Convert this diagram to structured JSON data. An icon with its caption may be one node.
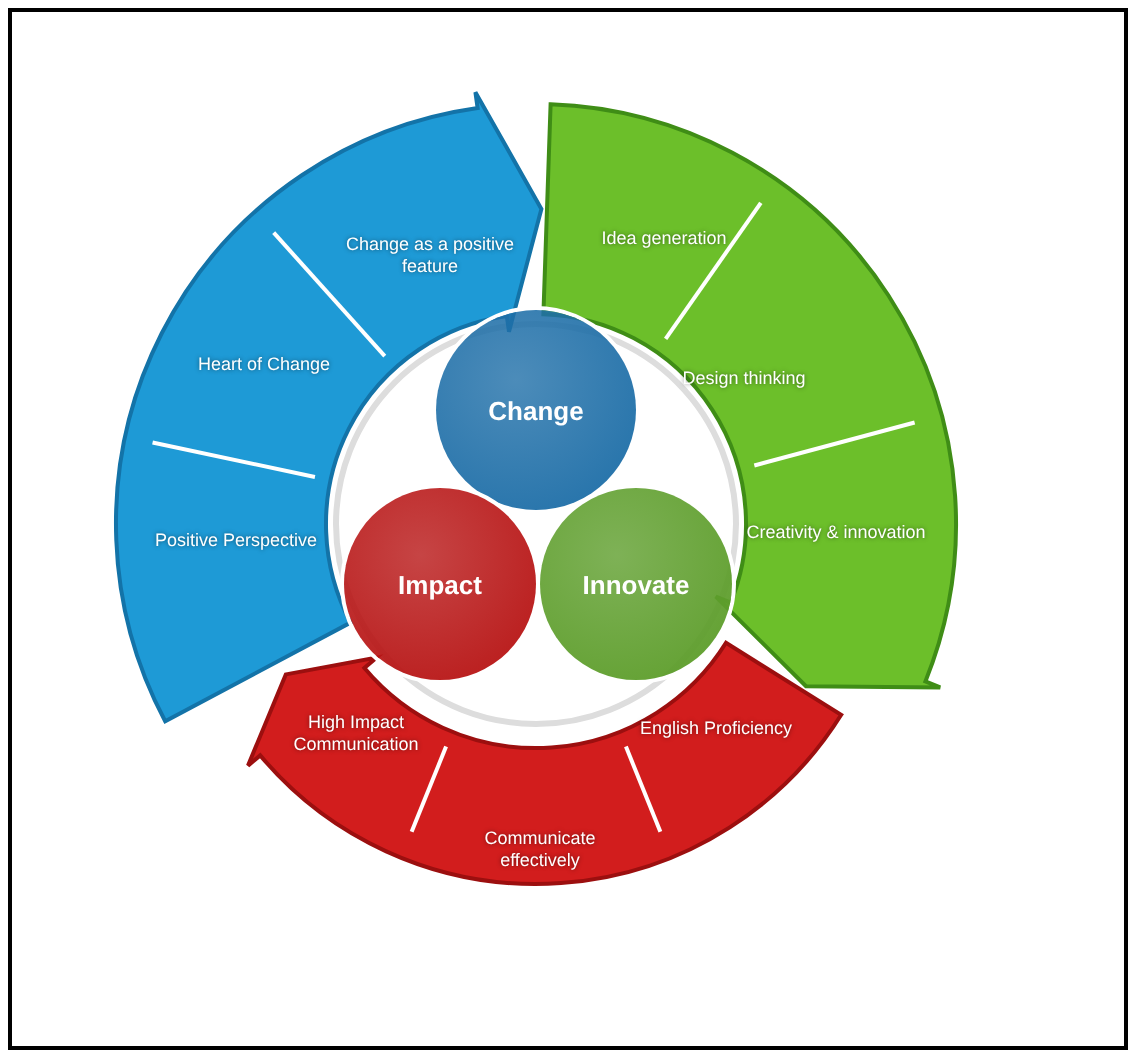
{
  "diagram": {
    "nodes": [
      {
        "text": [],
        "shape": "arrow"
      },
      {
        "text": [
          "Change as a positive feature"
        ],
        "in": 0
      },
      {
        "text": [
          "Heart of Change"
        ],
        "in": 0
      },
      {
        "text": [
          "Positive Perspective"
        ],
        "in": 0
      },
      {
        "text": [],
        "shape": "arrow"
      },
      {
        "text": [
          "Idea generation"
        ],
        "in": 4
      },
      {
        "text": [
          "Design thinking"
        ],
        "in": 4
      },
      {
        "text": [
          "Creativity & innovation"
        ],
        "in": 4
      },
      {
        "text": [],
        "shape": "arrow"
      },
      {
        "text": [
          "High Impact Communication"
        ],
        "in": 8
      },
      {
        "text": [
          "Communicate effectively"
        ],
        "in": 8
      },
      {
        "text": [
          "English Proficiency"
        ],
        "in": 8
      },
      {
        "text": [
          "Change"
        ]
      },
      {
        "text": [
          "Impact"
        ]
      },
      {
        "text": [
          "Innovate"
        ]
      }
    ]
  }
}
